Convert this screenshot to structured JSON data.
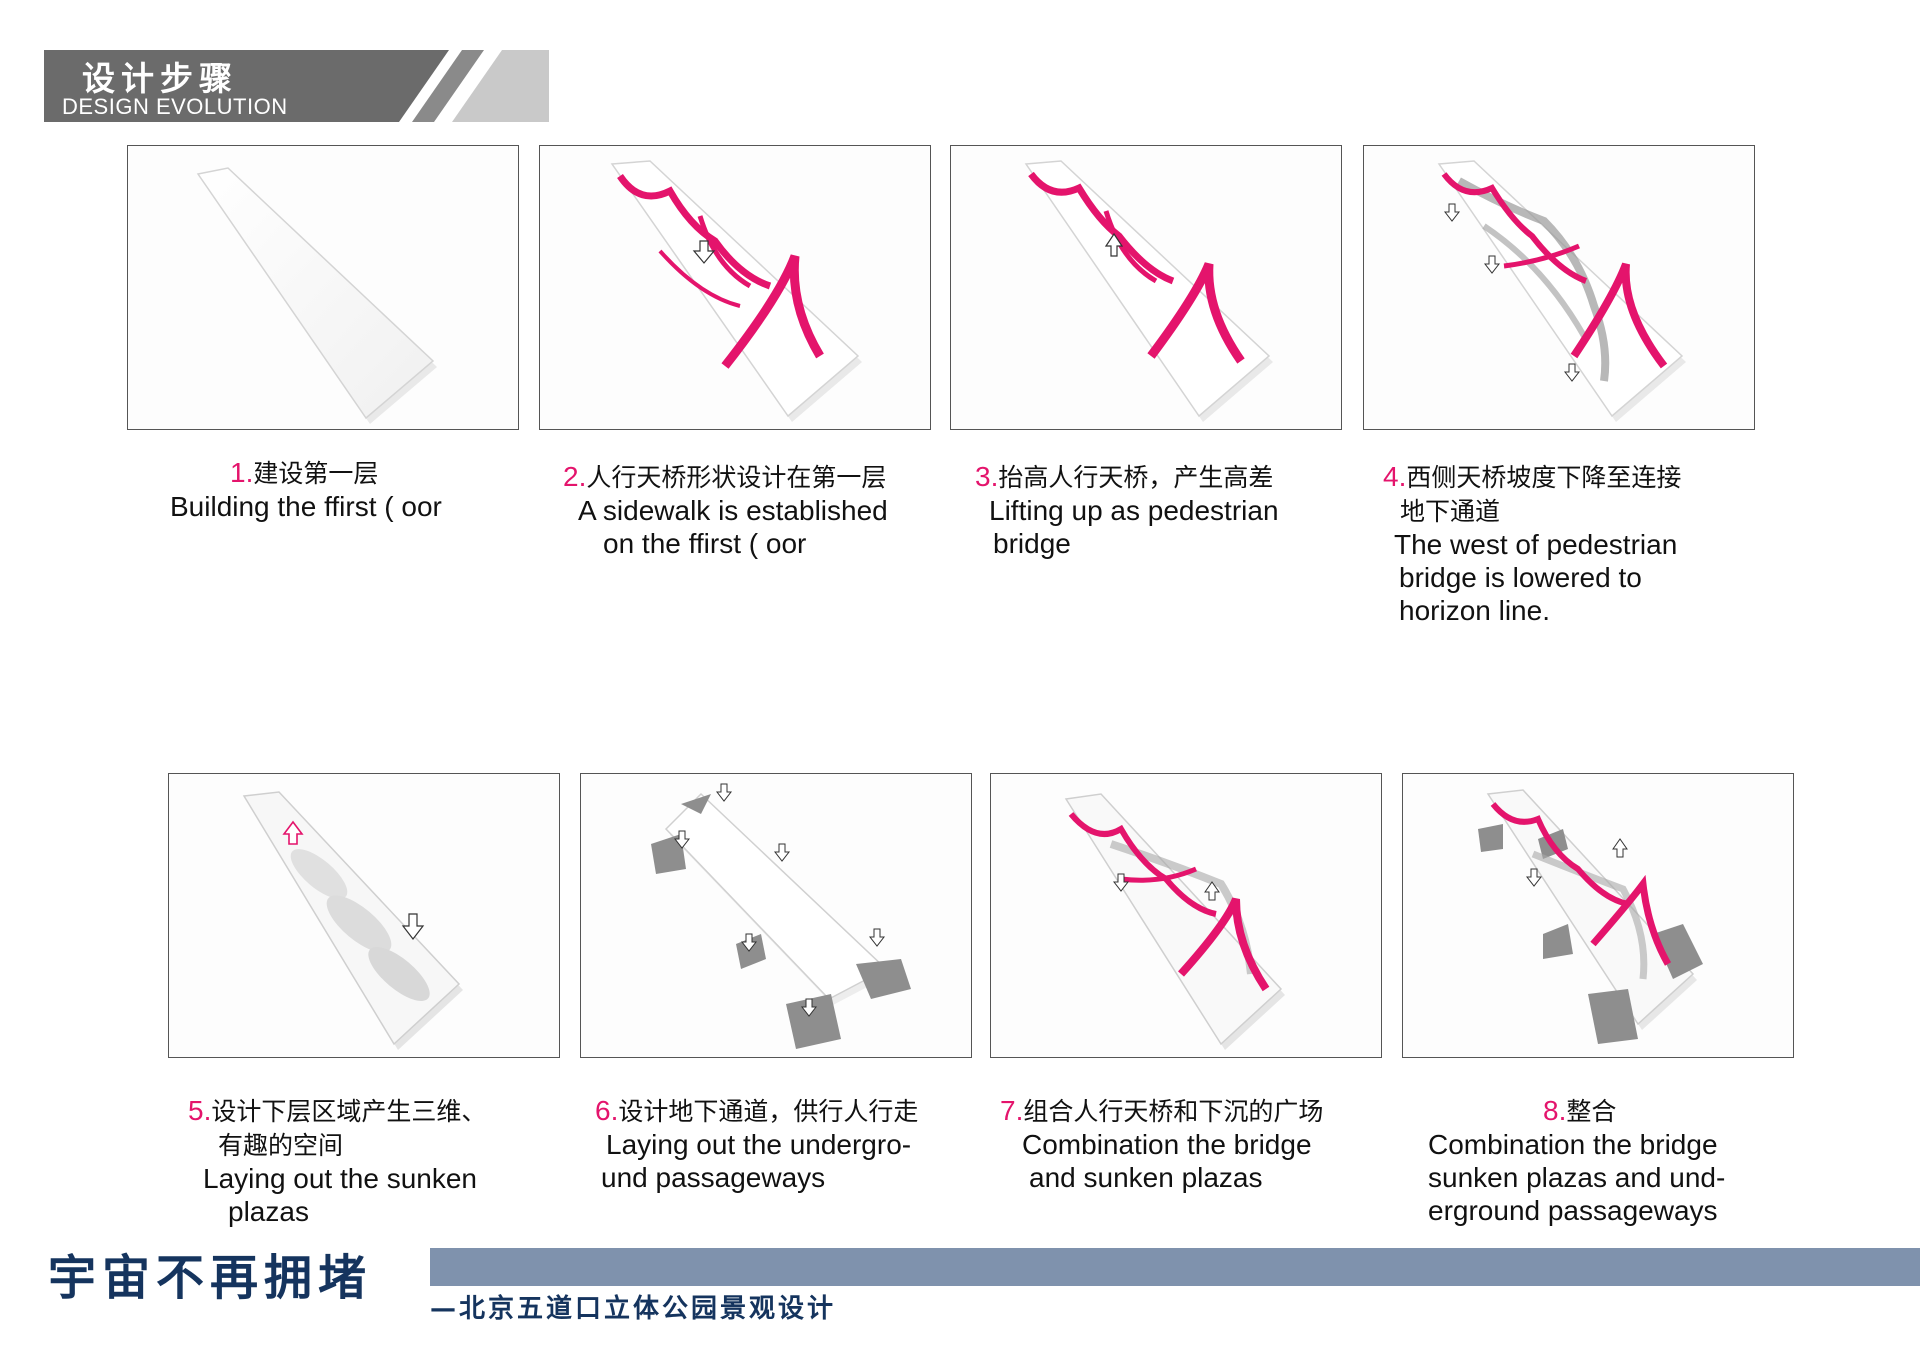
{
  "header": {
    "title_cn": "设计步骤",
    "title_en": "DESIGN EVOLUTION"
  },
  "steps": [
    {
      "num": "1.",
      "title_cn": "建设第一层",
      "title_cn_2": "",
      "desc_en_1": "Building the ffirst ( oor",
      "desc_en_2": "",
      "desc_en_3": ""
    },
    {
      "num": "2.",
      "title_cn": "人行天桥形状设计在第一层",
      "title_cn_2": "",
      "desc_en_1": "A sidewalk is established",
      "desc_en_2": "on the ffirst ( oor",
      "desc_en_3": ""
    },
    {
      "num": "3.",
      "title_cn": "抬高人行天桥，产生高差",
      "title_cn_2": "",
      "desc_en_1": "Lifting up as pedestrian",
      "desc_en_2": "bridge",
      "desc_en_3": ""
    },
    {
      "num": "4.",
      "title_cn": "西侧天桥坡度下降至连接",
      "title_cn_2": "地下通道",
      "desc_en_1": "The west of pedestrian",
      "desc_en_2": "bridge is lowered to",
      "desc_en_3": "horizon line."
    },
    {
      "num": "5.",
      "title_cn": "设计下层区域产生三维、",
      "title_cn_2": "有趣的空间",
      "desc_en_1": "Laying out the sunken",
      "desc_en_2": "plazas",
      "desc_en_3": ""
    },
    {
      "num": "6.",
      "title_cn": "设计地下通道，供行人行走",
      "title_cn_2": "",
      "desc_en_1": "Laying out the undergro-",
      "desc_en_2": "und passageways",
      "desc_en_3": ""
    },
    {
      "num": "7.",
      "title_cn": "组合人行天桥和下沉的广场",
      "title_cn_2": "",
      "desc_en_1": "Combination the bridge",
      "desc_en_2": "and sunken plazas",
      "desc_en_3": ""
    },
    {
      "num": "8.",
      "title_cn": "整合",
      "title_cn_2": "",
      "desc_en_1": "Combination the bridge",
      "desc_en_2": "sunken plazas and und-",
      "desc_en_3": "erground passageways"
    }
  ],
  "footer": {
    "title": "宇宙不再拥堵",
    "subtitle": "—北京五道口立体公园景观设计"
  },
  "colors": {
    "accent_pink": "#e4146c",
    "header_dark": "#6b6b6b",
    "header_light": "#c9c9c9",
    "footer_bar": "#7f92ad",
    "footer_text": "#15345e"
  }
}
